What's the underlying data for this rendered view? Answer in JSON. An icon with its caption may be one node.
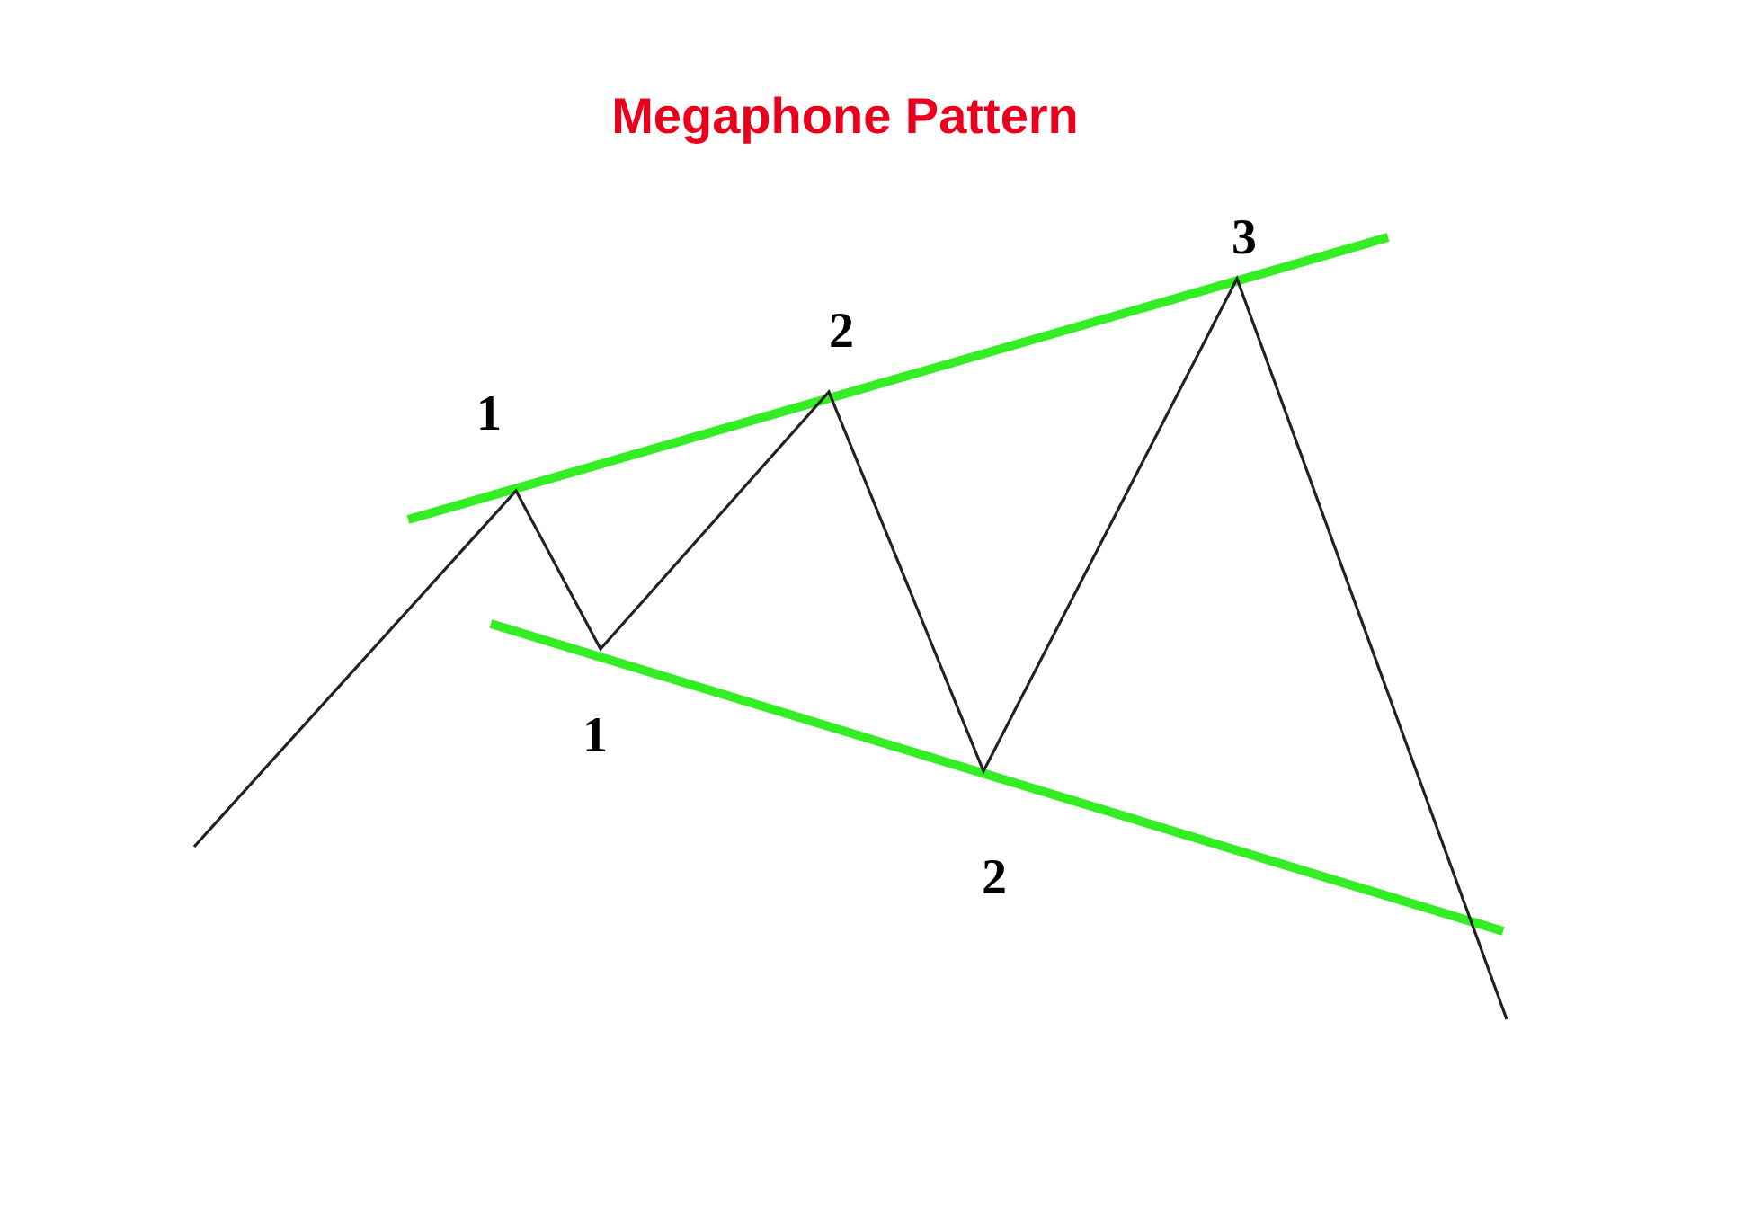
{
  "diagram": {
    "title": "Megaphone Pattern",
    "labels": [
      "3",
      "2",
      "1",
      "1",
      "2"
    ]
  }
}
